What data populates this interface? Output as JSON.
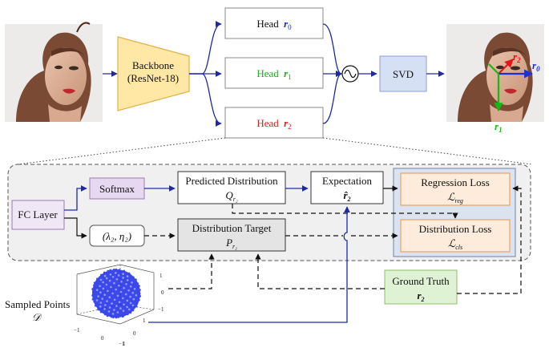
{
  "pipeline": {
    "backbone_line1": "Backbone",
    "backbone_line2": "(ResNet-18)",
    "heads": [
      {
        "label": "Head",
        "symbol": "r",
        "sub": "0",
        "color": "#1f2fa8"
      },
      {
        "label": "Head",
        "symbol": "r",
        "sub": "1",
        "color": "#22a822"
      },
      {
        "label": "Head",
        "symbol": "r",
        "sub": "2",
        "color": "#d62020"
      }
    ],
    "svd_label": "SVD",
    "output_axes": [
      {
        "symbol": "r",
        "sub": "2",
        "color": "#e01818"
      },
      {
        "symbol": "r",
        "sub": "0",
        "color": "#1f2fd6"
      },
      {
        "symbol": "r",
        "sub": "1",
        "color": "#16b816"
      }
    ]
  },
  "detail": {
    "fc_layer": "FC Layer",
    "softmax": "Softmax",
    "lambda_eta": "(λ₂, η₂)",
    "predicted_distribution": {
      "title": "Predicted Distribution",
      "symbol": "Q",
      "sub": "r₂"
    },
    "expectation": {
      "title": "Expectation",
      "symbol": "r̂",
      "sub": "2"
    },
    "distribution_target": {
      "title": "Distribution Target",
      "symbol": "P",
      "sub": "r₂"
    },
    "regression_loss": {
      "title": "Regression Loss",
      "symbol": "ℒ",
      "sub": "reg"
    },
    "distribution_loss": {
      "title": "Distribution Loss",
      "symbol": "ℒ",
      "sub": "cls"
    },
    "ground_truth": {
      "title": "Ground Truth",
      "symbol": "r",
      "sub": "2"
    },
    "sampled_points_line1": "Sampled Points",
    "sampled_points_symbol": "𝒟",
    "sphere_ticks": {
      "z": [
        "1",
        "0",
        "−1"
      ],
      "x": [
        "−1",
        "0",
        "1"
      ],
      "y": [
        "1",
        "0",
        "−1"
      ]
    }
  },
  "colors": {
    "backbone_fill": "#ffe7a6",
    "backbone_stroke": "#e1b24a",
    "svd_fill": "#d5e0f5",
    "softmax_fill": "#e6d8f0",
    "fc_fill": "#efe6f6",
    "loss_panel_fill": "#dde3ee",
    "loss_box_fill": "#fdecdc",
    "loss_box_stroke": "#e8954c",
    "ground_truth_fill": "#e0f2d4",
    "ground_truth_stroke": "#8fbf6a",
    "flow_blue": "#1d2aa8",
    "sphere_blue": "#1a28e6"
  }
}
